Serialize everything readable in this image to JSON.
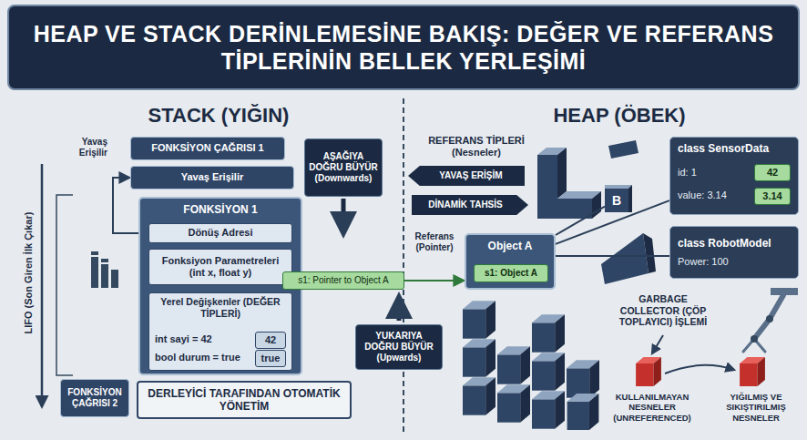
{
  "diagram": {
    "title": "HEAP VE STACK DERİNLEMESİNE BAKIŞ: DEĞER VE REFERANS TİPLERİNİN BELLEK YERLEŞİMİ",
    "nodes": [
      {
        "text": [
          "FONKSİYON ÇAĞRISI 1"
        ]
      },
      {
        "text": [
          "Yavaş Erişilir"
        ]
      },
      {
        "text": [
          "FONKSİYON 1"
        ]
      },
      {
        "text": [
          "Dönüş Adresi"
        ],
        "in": 2
      },
      {
        "text": [
          "Fonksiyon Parametreleri (int x, float y)"
        ],
        "in": 2
      },
      {
        "text": [
          "Yerel Değişkenler (DEĞER TİPLERİ)",
          "int sayi = 42",
          "bool durum = true"
        ],
        "in": 2
      },
      {
        "text": [
          "42"
        ],
        "in": 5
      },
      {
        "text": [
          "true"
        ],
        "in": 5
      },
      {
        "text": [
          "s1: Pointer to Object A"
        ]
      },
      {
        "text": [
          "AŞAĞIYA DOĞRU BÜYÜR (Downwards)"
        ]
      },
      {
        "text": [
          "FONKSİYON ÇAĞRISI 2"
        ]
      },
      {
        "text": [
          "DERLEYİCİ TARAFINDAN OTOMATİK YÖNETİM"
        ]
      },
      {
        "text": [
          "YUKARIYA DOĞRU BÜYÜR (Upwards)"
        ]
      },
      {
        "text": [
          "YAVAŞ ERİŞİM"
        ]
      },
      {
        "text": [
          "DİNAMİK TAHSİS"
        ]
      },
      {
        "text": [
          "Object A"
        ]
      },
      {
        "text": [
          "s1: Object A"
        ],
        "in": 15
      },
      {
        "text": [
          "B"
        ]
      },
      {
        "text": [
          "class SensorData",
          "id: 1",
          "value: 3.14"
        ]
      },
      {
        "text": [
          "42"
        ],
        "in": 18
      },
      {
        "text": [
          "3.14"
        ],
        "in": 18
      },
      {
        "text": [
          "class RobotModel",
          "Power: 100"
        ]
      }
    ],
    "edges": [
      {
        "from": 2,
        "to": 1,
        "arrow": "to"
      },
      {
        "from": 8,
        "to": 15,
        "arrow": "to"
      },
      {
        "from": 15,
        "to": 17,
        "arrow": "none"
      },
      {
        "from": 15,
        "to": 18,
        "arrow": "none"
      },
      {
        "from": 15,
        "to": 21,
        "arrow": "none"
      }
    ],
    "labels": [
      "STACK (YIĞIN)",
      "HEAP (ÖBEK)",
      "Yavaş Erişilir",
      "LIFO (Son Giren İlk Çıkar)",
      "REFERANS TİPLERİ (Nesneler)",
      "Referans (Pointer)",
      "GARBAGE COLLECTOR (ÇÖP TOPLAYICI) İŞLEMİ",
      "KULLANILMAYAN NESNELER (UNREFERENCED)",
      "YIĞILMIŞ VE SIKIŞTIRILMIŞ NESNELER"
    ]
  }
}
